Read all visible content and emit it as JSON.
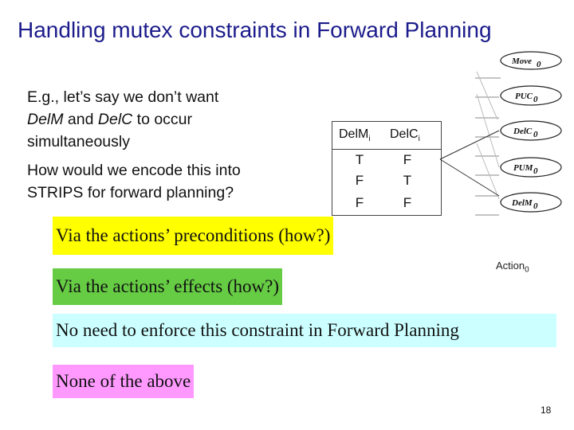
{
  "slide": {
    "title": "Handling mutex constraints in Forward Planning",
    "body": {
      "line1": "E.g., let’s say we don’t want",
      "line2_a": "DelM",
      "line2_b": " and ",
      "line2_c": "DelC",
      "line2_d": "  to occur",
      "line3": "simultaneously",
      "line4": "How would we encode this into",
      "line5": "STRIPS for forward planning?"
    },
    "table": {
      "headers": [
        {
          "base": "DelM",
          "sub": "i"
        },
        {
          "base": "DelC",
          "sub": "i"
        }
      ],
      "rows": [
        [
          "T",
          "F"
        ],
        [
          "F",
          "T"
        ],
        [
          "F",
          "F"
        ]
      ]
    },
    "diagram": {
      "nodes": [
        {
          "base": "Move",
          "sub": "0"
        },
        {
          "base": "PUC",
          "sub": "0"
        },
        {
          "base": "DelC",
          "sub": "0"
        },
        {
          "base": "PUM",
          "sub": "0"
        },
        {
          "base": "DelM",
          "sub": "0"
        }
      ],
      "action_label": {
        "base": "Action",
        "sub": "0"
      }
    },
    "answers": [
      {
        "text": "Via the actions’  preconditions  (how?)",
        "color": "#ffff00"
      },
      {
        "text": "Via the actions’  effects (how?)",
        "color": "#66cc44"
      },
      {
        "text": "No need to enforce this constraint in Forward Planning",
        "color": "#ccffff"
      },
      {
        "text": "None of the above",
        "color": "#ff99ff"
      }
    ],
    "page_number": "18"
  }
}
